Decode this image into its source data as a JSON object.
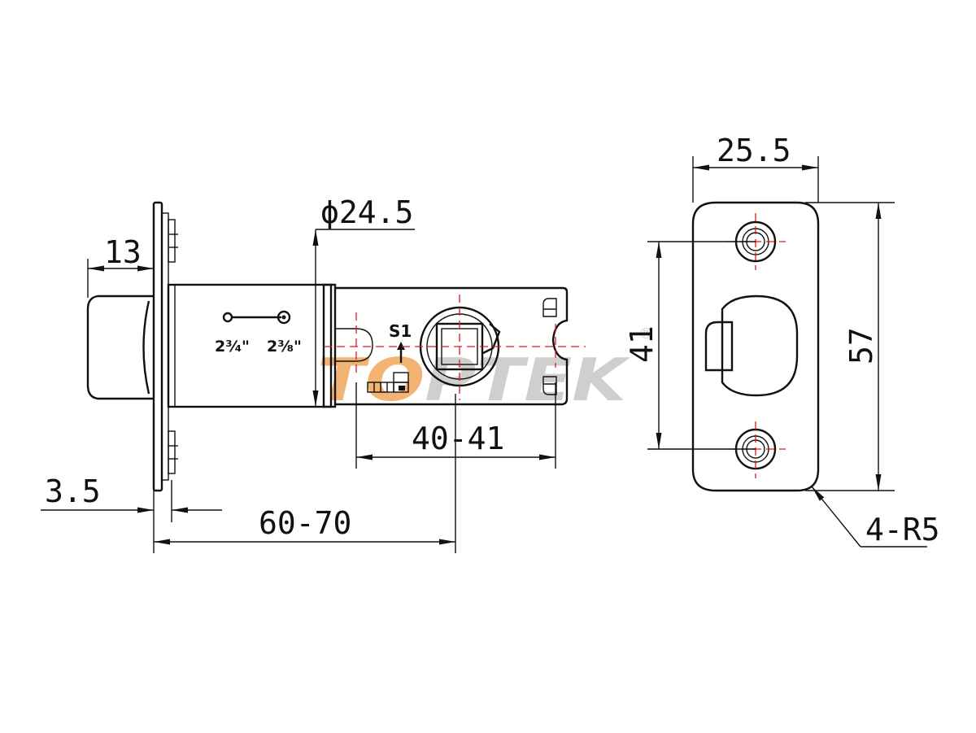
{
  "dimensions": {
    "diameter": "ϕ24.5",
    "length_13": "13",
    "thickness": "3.5",
    "backset": "60-70",
    "hole_spacing": "40-41",
    "plate_width": "25.5",
    "plate_height": "57",
    "hole_pitch": "41",
    "corner_radius": "4-R5"
  },
  "latch_labels": {
    "backset_small": "2³⁄₄\"",
    "backset_large": "2³⁄₈\"",
    "marker": "S1"
  },
  "watermark": {
    "text": "TOPTEK",
    "registered": "®",
    "accent_color": "#f2a65a",
    "gray_color": "#c7c7c7"
  },
  "colors": {
    "line": "#111111",
    "centerline": "#e01818"
  }
}
